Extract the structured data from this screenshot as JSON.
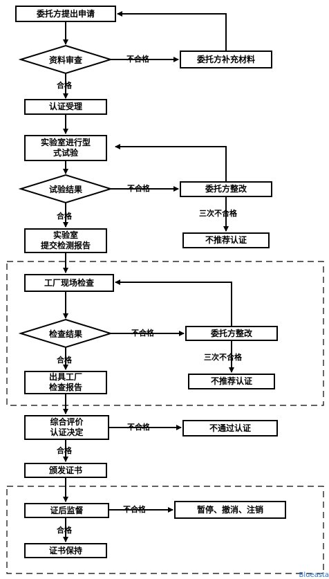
{
  "nodes": {
    "apply": "委托方提出申请",
    "doc_review": "资料审查",
    "supplement": "委托方补充材料",
    "acceptance": "认证受理",
    "lab_test": "实验室进行型\n式试验",
    "test_result": "试验结果",
    "rectify_1": "委托方整改",
    "not_recommend_1": "不推荐认证",
    "lab_report": "实验室\n提交检测报告",
    "factory_inspection": "工厂现场检查",
    "inspection_result": "检查结果",
    "rectify_2": "委托方整改",
    "not_recommend_2": "不推荐认证",
    "factory_report": "出具工厂\n检查报告",
    "evaluation": "综合评价\n认证决定",
    "not_pass": "不通过认证",
    "issue_cert": "颁发证书",
    "surveillance": "证后监督",
    "suspend": "暂停、撤消、注销",
    "maintain": "证书保持"
  },
  "labels": {
    "fail": "不合格",
    "pass": "合格",
    "three_fail": "三次不合格"
  },
  "watermark": "Blueasta"
}
